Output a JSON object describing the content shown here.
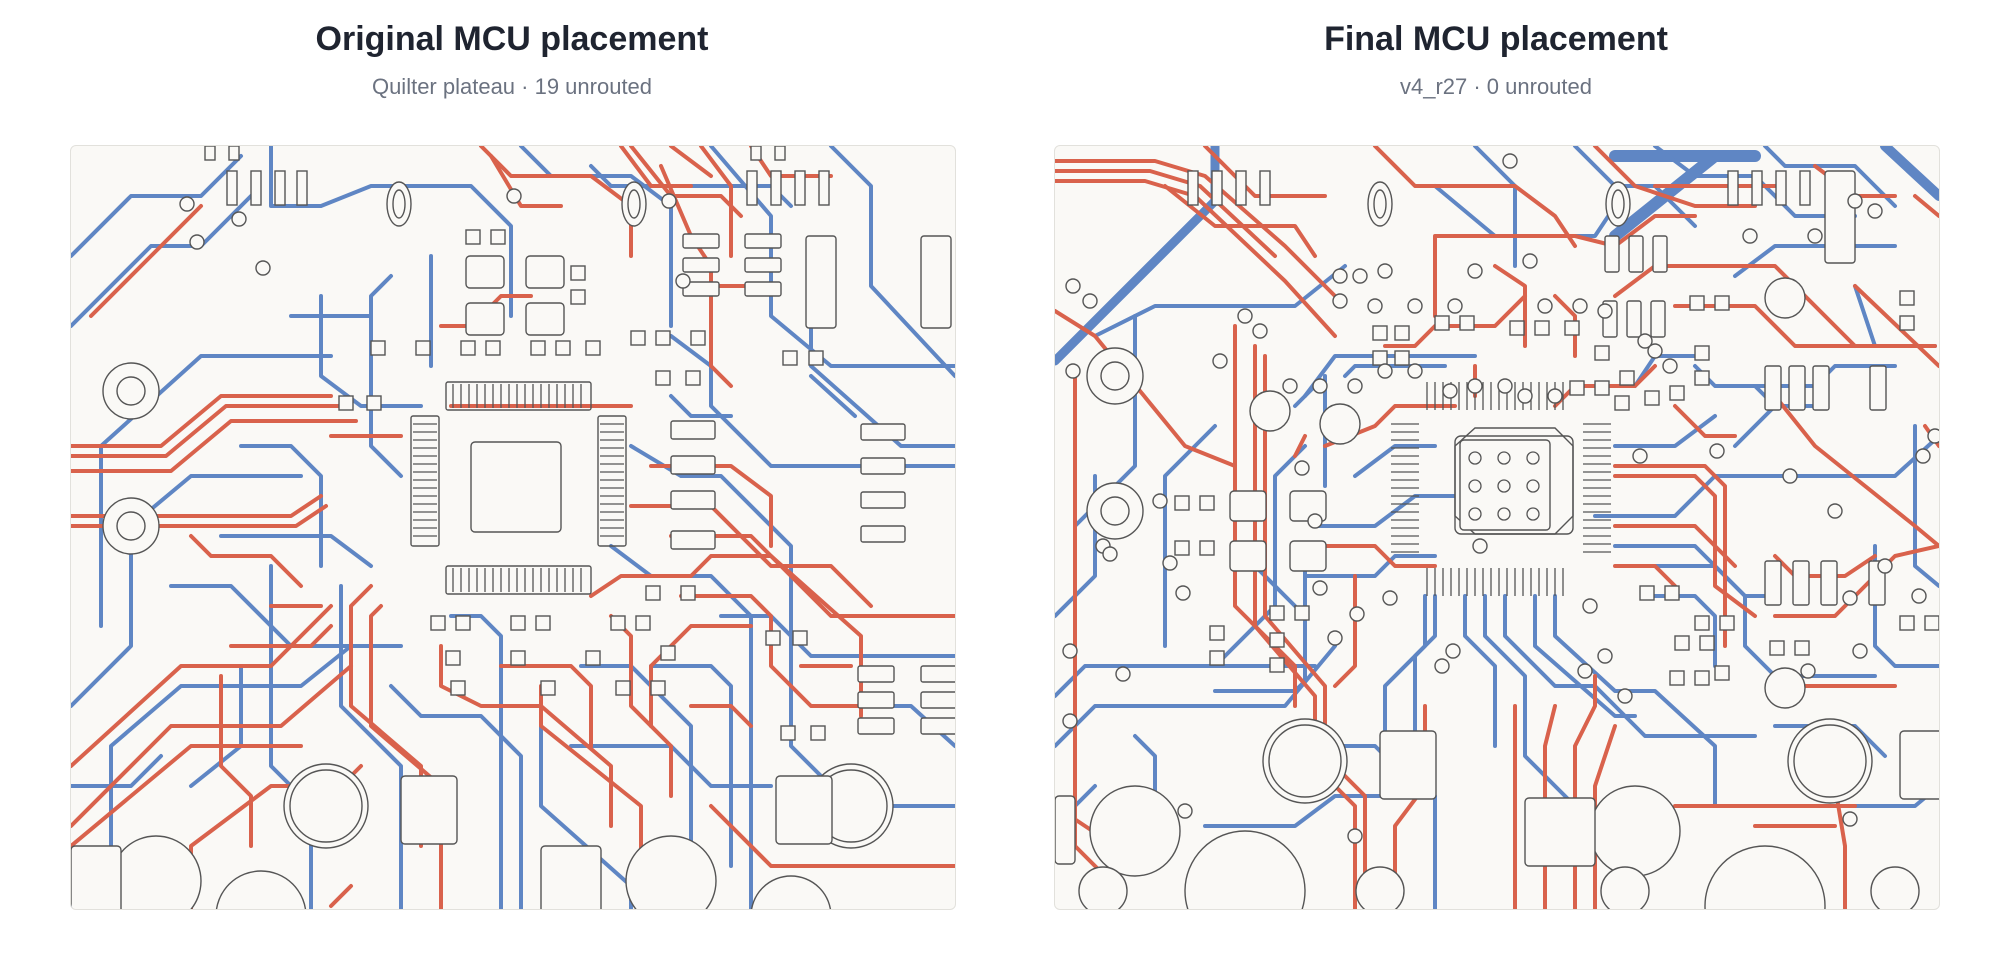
{
  "panels": [
    {
      "title": "Original MCU placement",
      "subtitle": "Quilter plateau · 19 unrouted"
    },
    {
      "title": "Final MCU placement",
      "subtitle": "v4_r27 · 0 unrouted"
    }
  ],
  "colors": {
    "top_trace": "#d9624c",
    "bottom_trace": "#5f86c4",
    "ratsnest": "#a63b7c",
    "outline": "#555555",
    "board_bg": "#faf9f6"
  }
}
